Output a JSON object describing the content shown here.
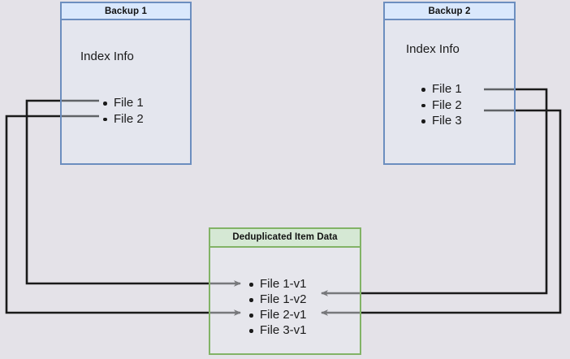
{
  "diagram": {
    "title_semantic": "backup-deduplication-diagram",
    "background_color": "#e4e2e8",
    "boxes": [
      {
        "id": "backup1",
        "header": "Backup 1",
        "body_label": "Index Info",
        "files": [
          "File 1",
          "File 2"
        ],
        "accent_color": "#6c8ebf",
        "header_fill": "#dae8fc"
      },
      {
        "id": "backup2",
        "header": "Backup 2",
        "body_label": "Index Info",
        "files": [
          "File 1",
          "File 2",
          "File 3"
        ],
        "accent_color": "#6c8ebf",
        "header_fill": "#dae8fc"
      },
      {
        "id": "dedup",
        "header": "Deduplicated Item Data",
        "files": [
          "File 1-v1",
          "File 1-v2",
          "File 2-v1",
          "File 3-v1"
        ],
        "accent_color": "#82b366",
        "header_fill": "#d5e8d4"
      }
    ],
    "edges": [
      {
        "from": "Backup 1 / File 1",
        "to": "File 1-v1",
        "color": "#1a1a1a"
      },
      {
        "from": "Backup 1 / File 2",
        "to": "File 2-v1",
        "color": "#1a1a1a"
      },
      {
        "from": "Backup 2 / File 1",
        "to": "File 1-v2",
        "color": "#1a1a1a"
      },
      {
        "from": "Backup 2 / File 2",
        "to": "File 2-v1",
        "color": "#1a1a1a"
      }
    ]
  }
}
